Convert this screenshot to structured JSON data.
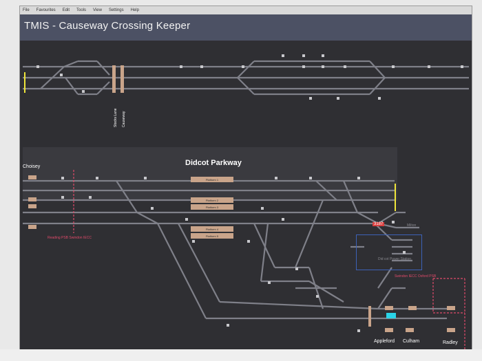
{
  "menu": {
    "items": [
      "File",
      "Favourites",
      "Edit",
      "Tools",
      "View",
      "Settings",
      "Help"
    ]
  },
  "app": {
    "title": "TMIS - Causeway Crossing Keeper"
  },
  "crossings": {
    "stocks_lane": "Stocks Lane",
    "causeway": "Causeway"
  },
  "station": {
    "name": "Didcot Parkway",
    "platforms": [
      "Platform 1",
      "Platform 2",
      "Platform 3",
      "Platform 4",
      "Platform 5"
    ]
  },
  "places": {
    "cholsey": "Choisey",
    "appleford": "Appleford",
    "culham": "Culham",
    "radley": "Radley",
    "milton": "Milton",
    "didcot_power_station": "Did cot Power Station"
  },
  "boundaries": {
    "reading_swindon": "Reading PSB   Swindon IECC",
    "swindon_oxford": "Swindon IECC   Oxford PSB"
  },
  "trains": {
    "headcode_1": "3187"
  },
  "colors": {
    "background": "#2f2f33",
    "track": "#7f8089",
    "platform": "#c9a48a",
    "boundary": "#e04a6a",
    "train_red": "#d94040",
    "train_cyan": "#2ad4e8",
    "title_bar": "#4c5164"
  }
}
